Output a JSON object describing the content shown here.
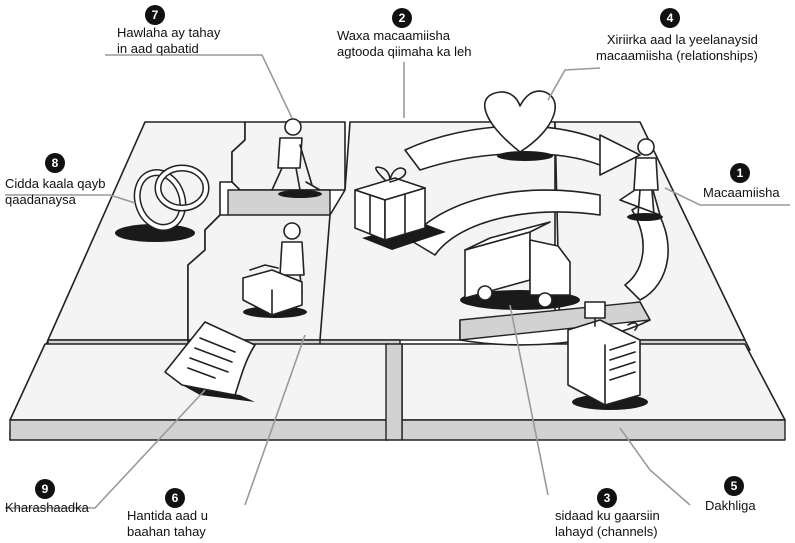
{
  "segments": [
    {
      "num": "1",
      "lines": [
        "Macaamiisha"
      ],
      "icon": "customer-figure-icon"
    },
    {
      "num": "2",
      "lines": [
        "Waxa macaamiisha",
        "agtooda qiimaha ka leh"
      ],
      "icon": "gift-box-icon"
    },
    {
      "num": "3",
      "lines": [
        "sidaad ku gaarsiin",
        "lahayd (channels)"
      ],
      "icon": "delivery-truck-icon"
    },
    {
      "num": "4",
      "lines": [
        "Xiriirka aad la yeelanaysid",
        "macaamiisha (relationships)"
      ],
      "icon": "heart-icon"
    },
    {
      "num": "5",
      "lines": [
        "Dakhliga"
      ],
      "icon": "cash-register-icon"
    },
    {
      "num": "6",
      "lines": [
        "Hantida aad u",
        "baahan tahay"
      ],
      "icon": "worker-machine-icon"
    },
    {
      "num": "7",
      "lines": [
        "Hawlaha ay tahay",
        "in aad qabatid"
      ],
      "icon": "digging-worker-icon"
    },
    {
      "num": "8",
      "lines": [
        "Cidda kaala qayb",
        "qaadanaysa"
      ],
      "icon": "interlocked-rings-icon"
    },
    {
      "num": "9",
      "lines": [
        "Kharashaadka"
      ],
      "icon": "invoice-paper-icon"
    }
  ],
  "colors": {
    "ink": "#111111",
    "board": "#f4f4f4",
    "edge": "#cfcfcf",
    "shadow": "#1a1a1a"
  }
}
